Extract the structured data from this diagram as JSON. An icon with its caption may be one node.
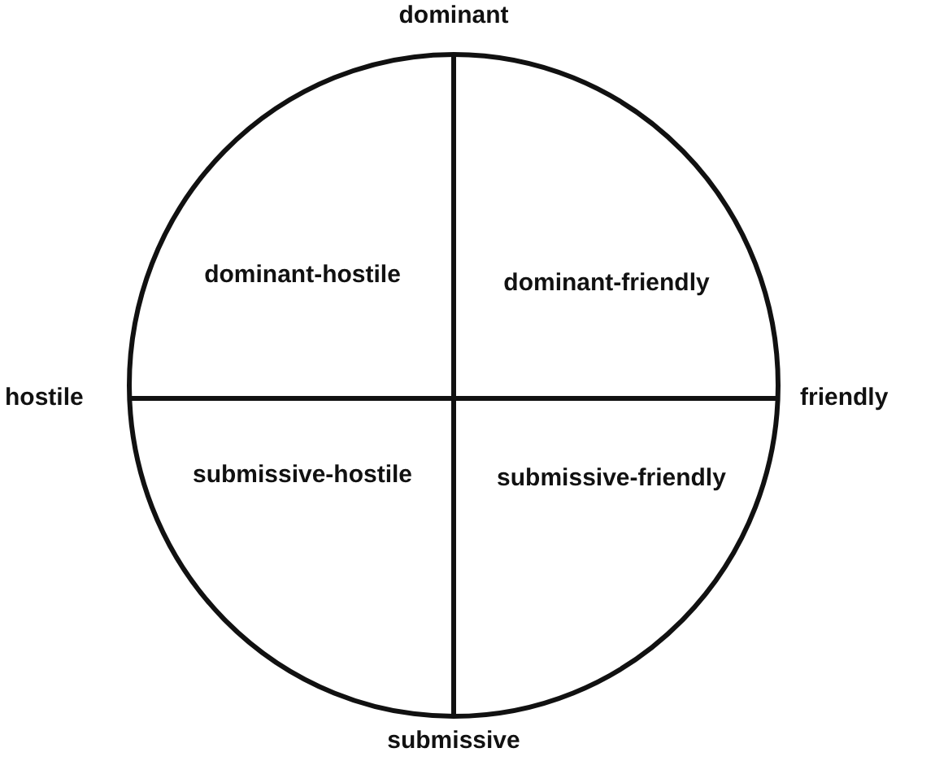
{
  "diagram": {
    "nodes": [
      {
        "text": [
          "dominant-hostile",
          "dominant-friendly",
          "submissive-hostile",
          "submissive-friendly"
        ]
      }
    ],
    "labels": [
      "dominant",
      "hostile",
      "friendly",
      "submissive"
    ]
  }
}
